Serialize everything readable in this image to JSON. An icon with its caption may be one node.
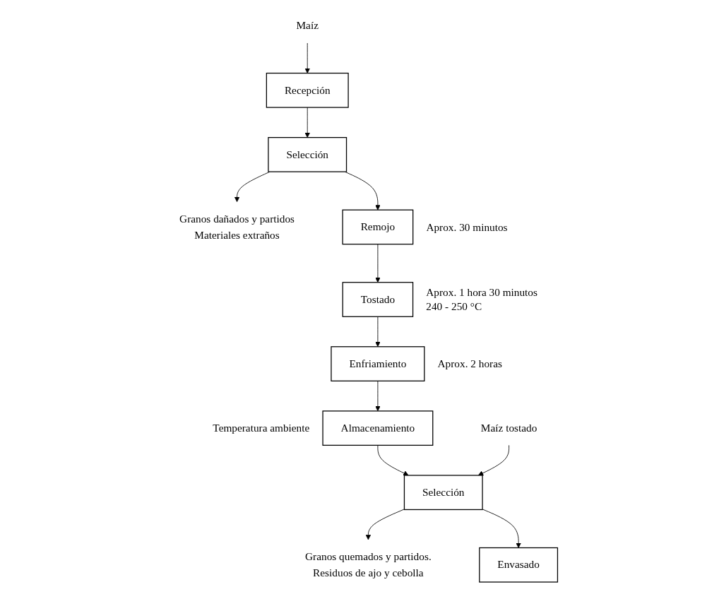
{
  "diagram": {
    "nodes": [
      {
        "text": [
          "Maíz"
        ]
      },
      {
        "text": [
          "Recepción"
        ]
      },
      {
        "text": [
          "Selección"
        ]
      },
      {
        "text": [
          "Granos dañados y partidos",
          "Materiales extraños"
        ]
      },
      {
        "text": [
          "Remojo"
        ],
        "beside": [
          "Aprox. 30 minutos"
        ]
      },
      {
        "text": [
          "Tostado"
        ],
        "beside": [
          "Aprox. 1 hora 30 minutos",
          "240 - 250 °C"
        ]
      },
      {
        "text": [
          "Enfriamiento"
        ],
        "beside": [
          "Aprox. 2 horas"
        ]
      },
      {
        "text": [
          "Almacenamiento"
        ],
        "beside": [
          "Temperatura ambiente"
        ]
      },
      {
        "text": [
          "Maíz tostado"
        ]
      },
      {
        "text": [
          "Selección"
        ]
      },
      {
        "text": [
          "Granos quemados y partidos.",
          "Residuos de ajo y cebolla"
        ]
      },
      {
        "text": [
          "Envasado"
        ]
      }
    ],
    "edges": [
      {
        "from": 0,
        "to": 1,
        "arrow": "to"
      },
      {
        "from": 1,
        "to": 2,
        "arrow": "to"
      },
      {
        "from": 2,
        "to": 3,
        "arrow": "to"
      },
      {
        "from": 2,
        "to": 4,
        "arrow": "to"
      },
      {
        "from": 4,
        "to": 5,
        "arrow": "to"
      },
      {
        "from": 5,
        "to": 6,
        "arrow": "to"
      },
      {
        "from": 6,
        "to": 7,
        "arrow": "to"
      },
      {
        "from": 7,
        "to": 9,
        "arrow": "to"
      },
      {
        "from": 8,
        "to": 9,
        "arrow": "to"
      },
      {
        "from": 9,
        "to": 10,
        "arrow": "to"
      },
      {
        "from": 9,
        "to": 11,
        "arrow": "to"
      }
    ]
  }
}
